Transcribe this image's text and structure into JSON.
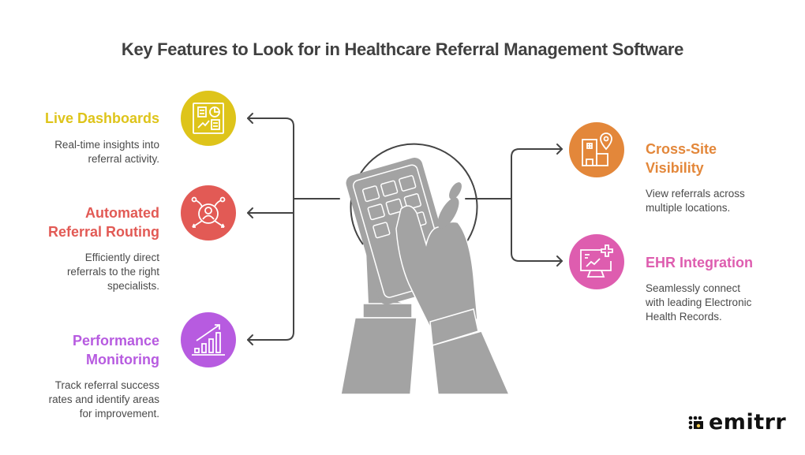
{
  "title": "Key Features to Look for in Healthcare Referral Management Software",
  "colors": {
    "live_dashboards": "#DEC41A",
    "automated_routing": "#E25A55",
    "performance_monitoring": "#B75BE0",
    "cross_site": "#E3873A",
    "ehr_integration": "#DE5DAF",
    "connector": "#444444",
    "illustration": "#A3A3A3"
  },
  "features_left": [
    {
      "title_lines": [
        "Live Dashboards"
      ],
      "desc_lines": [
        "Real-time insights into",
        "referral activity."
      ],
      "icon": "dashboard-icon"
    },
    {
      "title_lines": [
        "Automated",
        "Referral Routing"
      ],
      "desc_lines": [
        "Efficiently direct",
        "referrals to the right",
        "specialists."
      ],
      "icon": "routing-user-icon"
    },
    {
      "title_lines": [
        "Performance",
        "Monitoring"
      ],
      "desc_lines": [
        "Track referral success",
        "rates and identify areas",
        "for improvement."
      ],
      "icon": "bar-chart-growth-icon"
    }
  ],
  "features_right": [
    {
      "title_lines": [
        "Cross-Site",
        "Visibility"
      ],
      "desc_lines": [
        "View referrals across",
        "multiple locations."
      ],
      "icon": "hospital-location-icon"
    },
    {
      "title_lines": [
        "EHR Integration"
      ],
      "desc_lines": [
        "Seamlessly connect",
        "with leading Electronic",
        "Health Records."
      ],
      "icon": "monitor-medical-icon"
    }
  ],
  "center_illustration": "hands-holding-keypad-device",
  "logo": {
    "text": "emitrr"
  }
}
